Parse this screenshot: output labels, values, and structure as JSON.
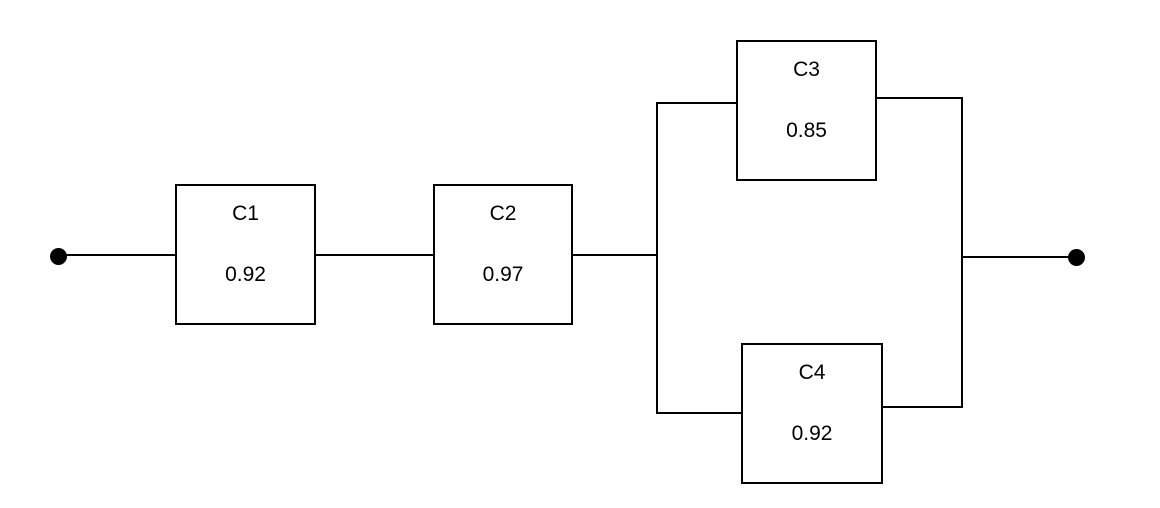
{
  "diagram": {
    "type": "reliability-block-diagram",
    "nodes": [
      {
        "label": "C1",
        "value": "0.92"
      },
      {
        "label": "C2",
        "value": "0.97"
      },
      {
        "label": "C3",
        "value": "0.85"
      },
      {
        "label": "C4",
        "value": "0.92"
      }
    ],
    "connections": [
      "start-terminal → C1",
      "C1 → C2",
      "C2 → split",
      "split → C3 (upper parallel branch)",
      "split → C4 (lower parallel branch)",
      "C3 → join",
      "C4 → join",
      "join → end-terminal"
    ],
    "colors": {
      "line": "#000000",
      "text": "#000000",
      "background": "#ffffff"
    }
  }
}
